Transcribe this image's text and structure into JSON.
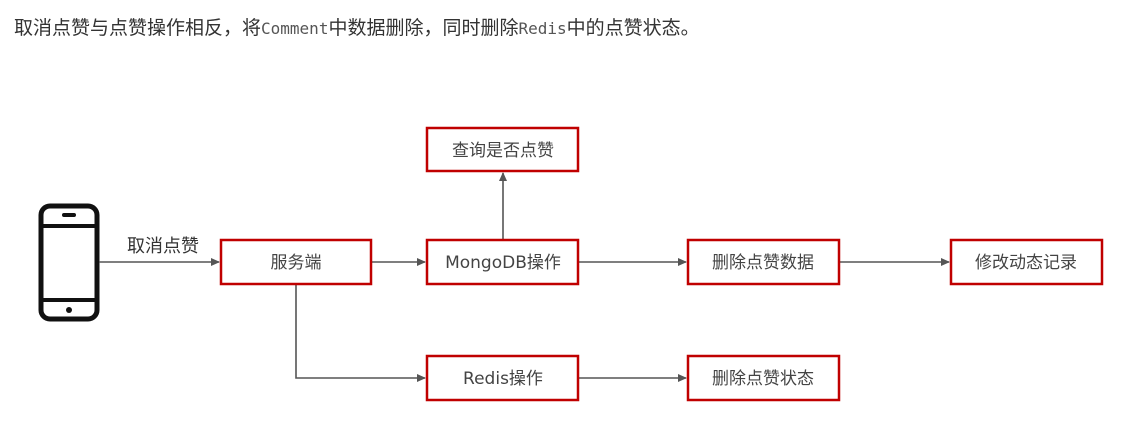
{
  "intro": {
    "part1": "取消点赞与点赞操作相反，将",
    "code1": "Comment",
    "part2": "中数据删除，同时删除",
    "code2": "Redis",
    "part3": "中的点赞状态。"
  },
  "diagram": {
    "nodes": {
      "server": "服务端",
      "mongo": "MongoDB操作",
      "query": "查询是否点赞",
      "delete_data": "删除点赞数据",
      "modify_record": "修改动态记录",
      "redis": "Redis操作",
      "delete_state": "删除点赞状态"
    },
    "edges": {
      "phone_to_server": "取消点赞"
    },
    "colors": {
      "box_border": "#c00000",
      "line": "#555555"
    },
    "icons": {
      "client": "smartphone-icon"
    }
  }
}
